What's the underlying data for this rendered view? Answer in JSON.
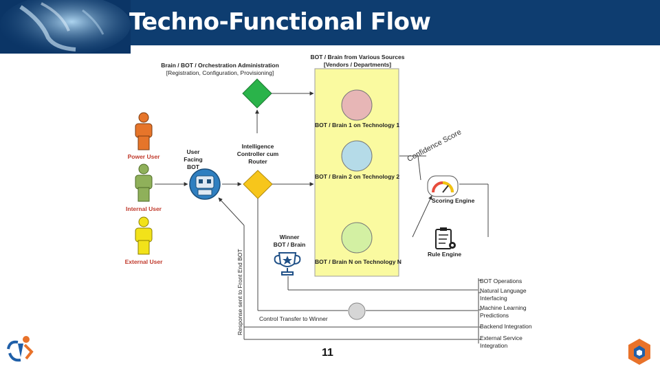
{
  "title": "Techno-Functional Flow",
  "orchestration": {
    "title": "Brain / BOT / Orchestration Administration",
    "subtitle": "[Registration, Configuration, Provisioning]"
  },
  "sources": {
    "title": "BOT / Brain from Various Sources",
    "subtitle": "[Vendors / Departments]"
  },
  "brains": [
    {
      "label": "BOT / Brain 1 on Technology 1",
      "color": "#e7b6b6"
    },
    {
      "label": "BOT / Brain 2 on Technology 2",
      "color": "#b5dbe8"
    },
    {
      "label": "BOT / Brain N on Technology N",
      "color": "#d3f0a3"
    }
  ],
  "users": {
    "power": {
      "label": "Power User",
      "color": "#e6752a"
    },
    "internal": {
      "label": "Internal User",
      "color": "#8fb05a"
    },
    "external": {
      "label": "External User",
      "color": "#f2e21a"
    }
  },
  "user_bot": {
    "line1": "User",
    "line2": "Facing",
    "line3": "BOT"
  },
  "router": {
    "line1": "Intelligence",
    "line2": "Controller cum",
    "line3": "Router"
  },
  "winner": {
    "line1": "Winner",
    "line2": "BOT / Brain"
  },
  "confidence_label": "Confidence Score",
  "scoring_engine": "Scoring Engine",
  "rule_engine": "Rule Engine",
  "response_label": "Response sent to Front End BOT",
  "control_transfer": "Control Transfer to Winner",
  "services": [
    "BOT Operations",
    "Natural Language Interfacing",
    "Machine Learning Predictions",
    "Backend Integration",
    "External Service Integration"
  ],
  "services_display": [
    [
      "BOT Operations"
    ],
    [
      "Natural Language",
      "Interfacing"
    ],
    [
      "Machine Learning",
      "Predictions"
    ],
    [
      "Backend Integration"
    ],
    [
      "External Service",
      "Integration"
    ]
  ],
  "page_number": "11",
  "colors": {
    "banner": "#0e3d70",
    "panel": "#fafaa0",
    "admin_diamond": "#2ab34a",
    "router_diamond": "#f7c61b",
    "logo_orange": "#e8722a",
    "logo_blue": "#1f5fa8"
  }
}
